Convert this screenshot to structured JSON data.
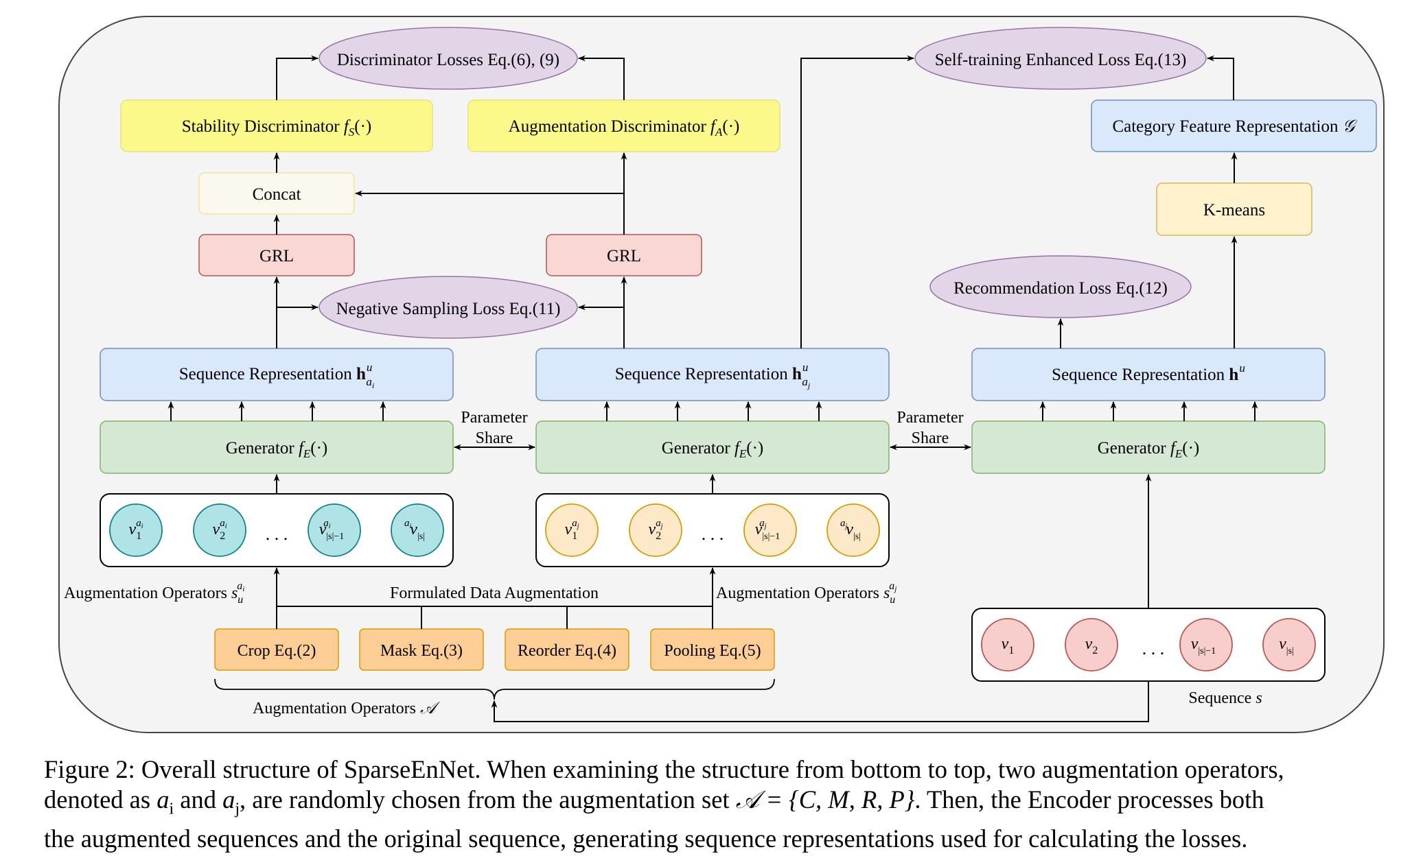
{
  "loss_top_left": "Discriminator  Losses Eq.(6), (9)",
  "loss_top_right": "Self-training Enhanced Loss Eq.(13)",
  "stability_disc": {
    "text": "Stability Discriminator ",
    "math": "f",
    "sub": "S",
    "tail": "(·)"
  },
  "augmentation_disc": {
    "text": "Augmentation Discriminator ",
    "math": "f",
    "sub": "A",
    "tail": "(·)"
  },
  "category_feature": {
    "text": "Category Feature Representation ",
    "math": "𝒢"
  },
  "concat": "Concat",
  "grl_left": "GRL",
  "grl_mid": "GRL",
  "kmeans": "K-means",
  "neg_sampling_loss": "Negative Sampling Loss Eq.(11)",
  "rec_loss": "Recommendation Loss Eq.(12)",
  "seq_rep_left": {
    "text": "Sequence Representation ",
    "bold": "h",
    "sup": "u",
    "sub": "a",
    "subsub": "i"
  },
  "seq_rep_mid": {
    "text": "Sequence Representation ",
    "bold": "h",
    "sup": "u",
    "sub": "a",
    "subsub": "j"
  },
  "seq_rep_right": {
    "text": "Sequence Representation ",
    "bold": "h",
    "sup": "u"
  },
  "generator": {
    "text": "Generator ",
    "math": "f",
    "sub": "E",
    "tail": "(·)"
  },
  "param_share": [
    "Parameter",
    "Share"
  ],
  "ellipsis": ". . .",
  "left_items": [
    {
      "v": "v",
      "sub": "1",
      "sup": "a",
      "supsub": "i"
    },
    {
      "v": "v",
      "sub": "2",
      "sup": "a",
      "supsub": "i"
    },
    {
      "v": "v",
      "sub": "|s|−1",
      "sup": "a",
      "supsub": "i"
    },
    {
      "v": "v",
      "sub": "|s|",
      "sup": "a",
      "supsub": "i"
    }
  ],
  "mid_items": [
    {
      "v": "v",
      "sub": "1",
      "sup": "a",
      "supsub": "j"
    },
    {
      "v": "v",
      "sub": "2",
      "sup": "a",
      "supsub": "j"
    },
    {
      "v": "v",
      "sub": "|s|−1",
      "sup": "a",
      "supsub": "j"
    },
    {
      "v": "v",
      "sub": "|s|",
      "sup": "a",
      "supsub": "j"
    }
  ],
  "right_items": [
    {
      "v": "v",
      "sub": "1"
    },
    {
      "v": "v",
      "sub": "2"
    },
    {
      "v": "v",
      "sub": "|s|−1"
    },
    {
      "v": "v",
      "sub": "|s|"
    }
  ],
  "aug_ops_left": {
    "text": "Augmentation Operators ",
    "math": "s",
    "sub": "u",
    "sup": "a",
    "supsub": "i"
  },
  "aug_ops_right": {
    "text": "Augmentation Operators ",
    "math": "s",
    "sub": "u",
    "sup": "a",
    "supsub": "j"
  },
  "formulated": "Formulated Data Augmentation",
  "operators": [
    "Crop Eq.(2)",
    "Mask Eq.(3)",
    "Reorder Eq.(4)",
    "Pooling Eq.(5)"
  ],
  "aug_set_label": {
    "text": "Augmentation Operators ",
    "math": "𝒜"
  },
  "sequence_label": {
    "text": "Sequence ",
    "math": "s"
  },
  "caption": {
    "line1": "Figure 2: Overall structure of SparseEnNet. When examining the structure from bottom to top, two augmentation operators,",
    "line2_a": "denoted as ",
    "ai": "a",
    "ai_sub": "i",
    "line2_b": " and ",
    "aj": "a",
    "aj_sub": "j",
    "line2_c": ", are randomly chosen from the augmentation set ",
    "set": "𝒜 = {C, M, R, P}",
    "line2_d": ". Then, the Encoder processes both",
    "line3": "the augmented sequences and the original sequence, generating sequence representations used for calculating the losses."
  },
  "colors": {
    "panel_bg": "#f4f4f4",
    "yellow": "#fbf98a",
    "blue": "#dae8fc",
    "green": "#d5e8d4",
    "red": "#f8d7d5",
    "purple": "#e1d5e7",
    "orange": "#fdcd96",
    "teal": "#b0e3e6",
    "peach": "#fde8c8",
    "pink": "#f8cecc"
  }
}
